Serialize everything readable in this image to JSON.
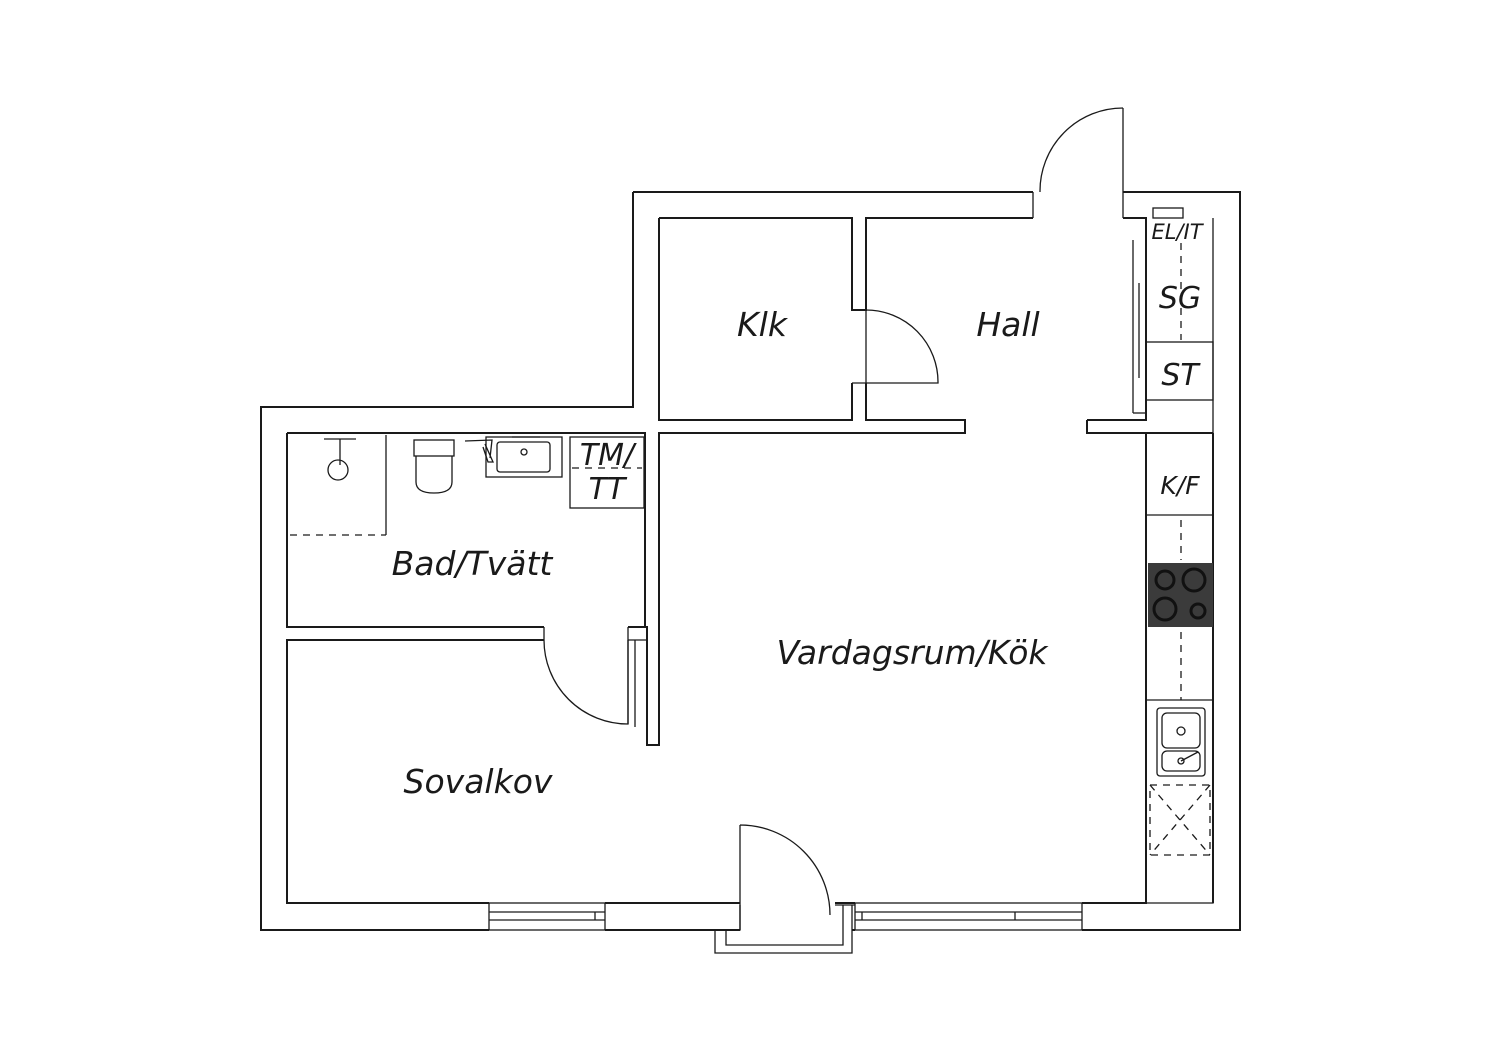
{
  "rooms": {
    "klk": "Klk",
    "hall": "Hall",
    "bad": "Bad/Tvätt",
    "vardagsrum": "Vardagsrum/Kök",
    "sovalkov": "Sovalkov"
  },
  "fixtures": {
    "el_it": "EL/IT",
    "sg": "SG",
    "st": "ST",
    "tm": "TM/",
    "tt": "TT",
    "kf": "K/F"
  }
}
